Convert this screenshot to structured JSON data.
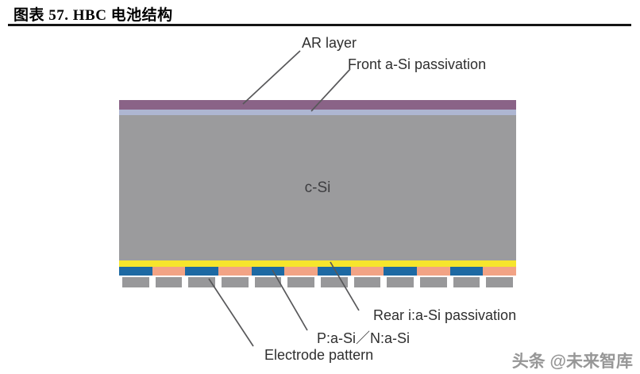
{
  "header": {
    "title": "图表 57. HBC 电池结构"
  },
  "diagram": {
    "labels": {
      "ar_layer": "AR layer",
      "front_passivation": "Front a-Si passivation",
      "c_si": "c-Si",
      "rear_passivation": "Rear i:a-Si passivation",
      "pn": "P:a-Si／N:a-Si",
      "electrode": "Electrode pattern"
    },
    "colors": {
      "ar_layer": "#8a6387",
      "front_passivation": "#aeb6d2",
      "c_si": "#9b9b9d",
      "rear_passivation": "#f6e52c",
      "segment_blue": "#1d69a3",
      "segment_salmon": "#f2a385",
      "electrode": "#98989a"
    },
    "bottom_pattern": {
      "segments": [
        "blue",
        "salmon",
        "blue",
        "salmon",
        "blue",
        "salmon",
        "blue",
        "salmon",
        "blue",
        "salmon",
        "blue",
        "salmon"
      ],
      "electrode_count": 12
    }
  },
  "watermark": {
    "text": "头条 @未来智库"
  }
}
